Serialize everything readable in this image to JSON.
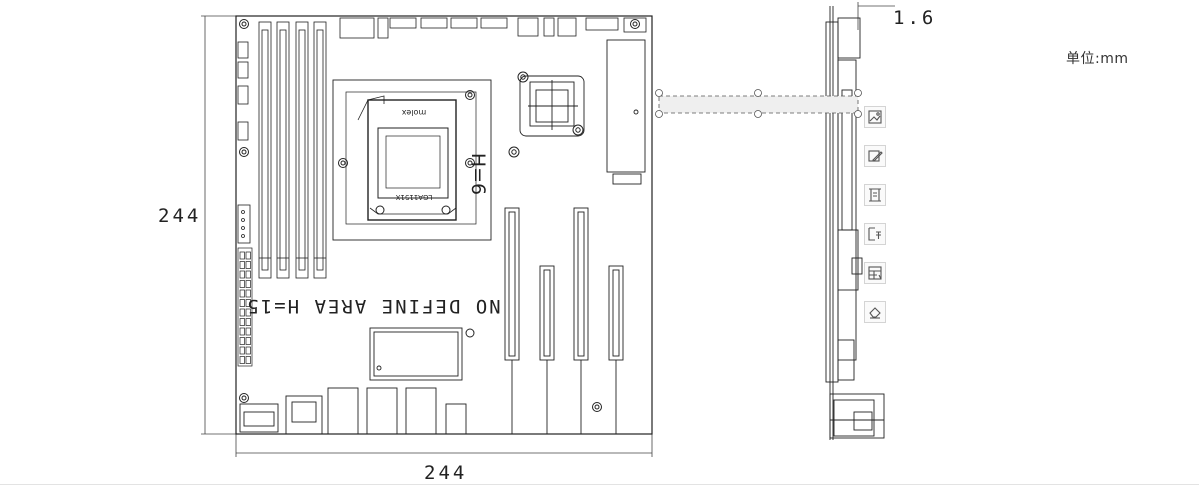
{
  "drawing": {
    "dim_height_label": "244",
    "dim_width_label": "244",
    "thickness_label": "1.6",
    "unit_label": "单位:mm",
    "board_text": "NO DEFINE AREA H=15",
    "socket_height_text": "H=6",
    "socket_brand_text": "molex",
    "socket_model_text": "LGA1151X"
  },
  "toolbar": {
    "items": [
      {
        "name": "image-insert-tool",
        "icon": "image-icon"
      },
      {
        "name": "image-edit-tool",
        "icon": "pencil-image-icon"
      },
      {
        "name": "crop-frame-tool",
        "icon": "frame-icon"
      },
      {
        "name": "text-extract-tool",
        "icon": "text-extract-icon"
      },
      {
        "name": "table-insert-tool",
        "icon": "table-icon"
      },
      {
        "name": "eraser-tool",
        "icon": "eraser-icon"
      }
    ]
  }
}
